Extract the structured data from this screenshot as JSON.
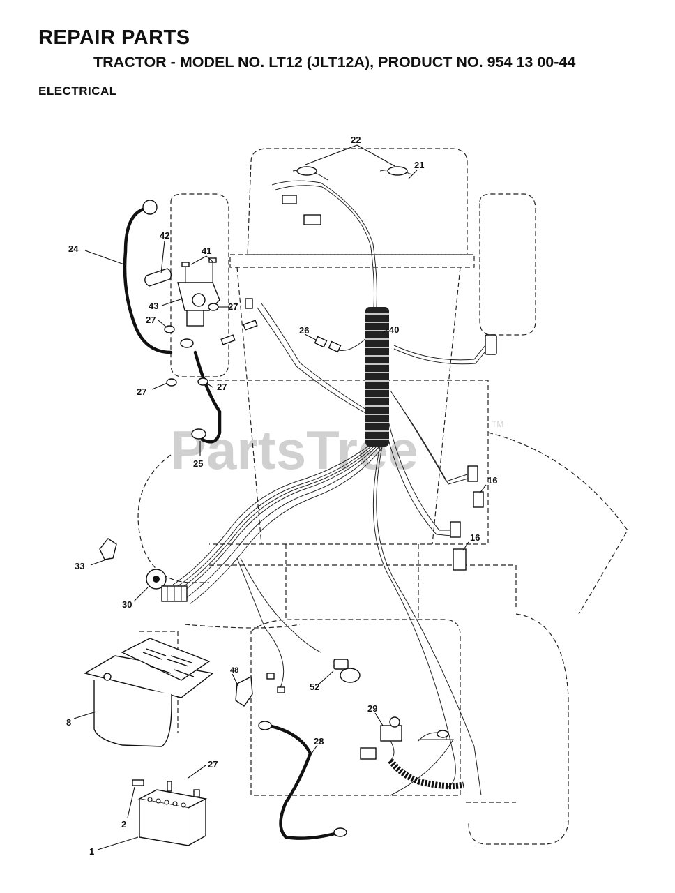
{
  "header": {
    "title": "REPAIR PARTS",
    "subtitle": "TRACTOR - MODEL NO. LT12 (JLT12A), PRODUCT NO. 954 13 00-44",
    "section": "ELECTRICAL"
  },
  "watermark": {
    "text": "PartsTree",
    "trademark": "TM"
  },
  "callouts": {
    "p22": "22",
    "p21": "21",
    "p42": "42",
    "p41": "41",
    "p24": "24",
    "p43": "43",
    "p27a": "27",
    "p27b": "27",
    "p27c": "27",
    "p27d": "27",
    "p27e": "27",
    "p26": "26",
    "p40": "40",
    "p25": "25",
    "p16a": "16",
    "p16b": "16",
    "p33": "33",
    "p30": "30",
    "p48": "48",
    "p52": "52",
    "p8": "8",
    "p29": "29",
    "p28": "28",
    "p2": "2",
    "p1": "1"
  },
  "colors": {
    "ink": "#111111",
    "watermark": "#d0d0d0",
    "background": "#ffffff"
  }
}
